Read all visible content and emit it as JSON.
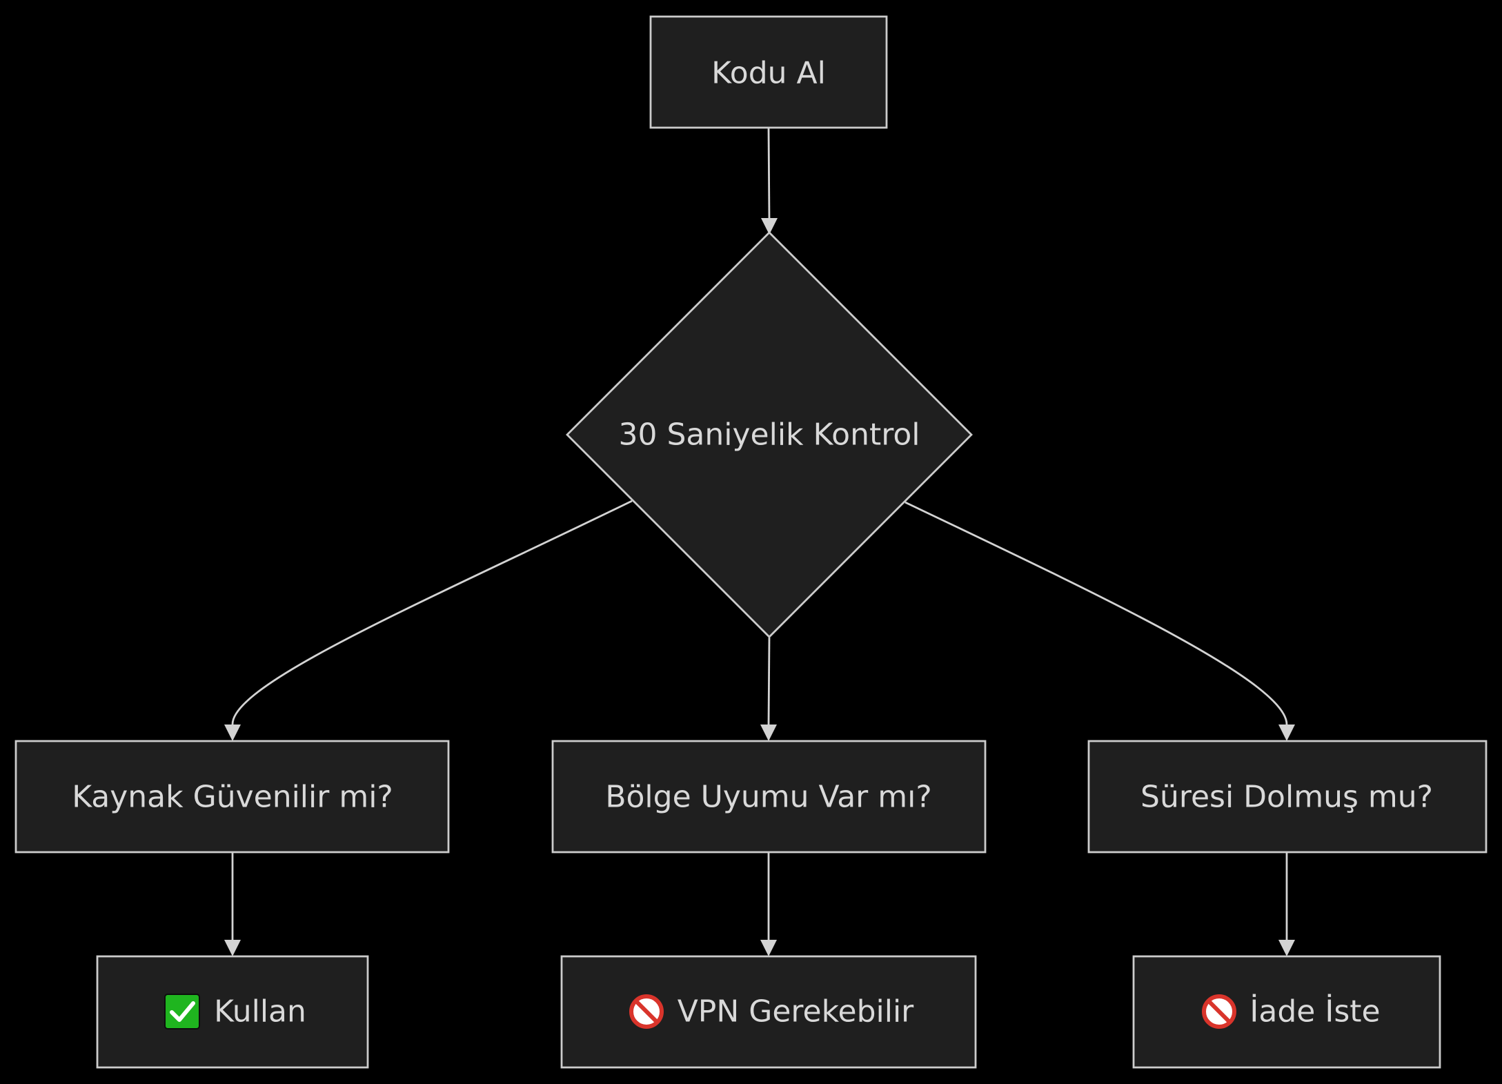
{
  "diagram": {
    "type": "flowchart",
    "colors": {
      "background": "#000000",
      "node_fill": "#1f1f1f",
      "node_stroke": "#cccccc",
      "text": "#d9d9d9",
      "edge": "#d3d3d3",
      "check_icon": "#1fb51f",
      "no_entry_icon": "#d9342b"
    },
    "nodes": {
      "start": {
        "label": "Kodu Al"
      },
      "decision": {
        "label": "30 Saniyelik Kontrol"
      },
      "source": {
        "label": "Kaynak Güvenilir mi?"
      },
      "region": {
        "label": "Bölge Uyumu Var mı?"
      },
      "expiry": {
        "label": "Süresi Dolmuş mu?"
      },
      "use": {
        "label": "Kullan",
        "icon": "check-mark-icon"
      },
      "vpn": {
        "label": "VPN Gerekebilir",
        "icon": "no-entry-icon"
      },
      "refund": {
        "label": "İade İste",
        "icon": "no-entry-icon"
      }
    },
    "edges": [
      {
        "from": "start",
        "to": "decision"
      },
      {
        "from": "decision",
        "to": "source"
      },
      {
        "from": "decision",
        "to": "region"
      },
      {
        "from": "decision",
        "to": "expiry"
      },
      {
        "from": "source",
        "to": "use"
      },
      {
        "from": "region",
        "to": "vpn"
      },
      {
        "from": "expiry",
        "to": "refund"
      }
    ]
  }
}
